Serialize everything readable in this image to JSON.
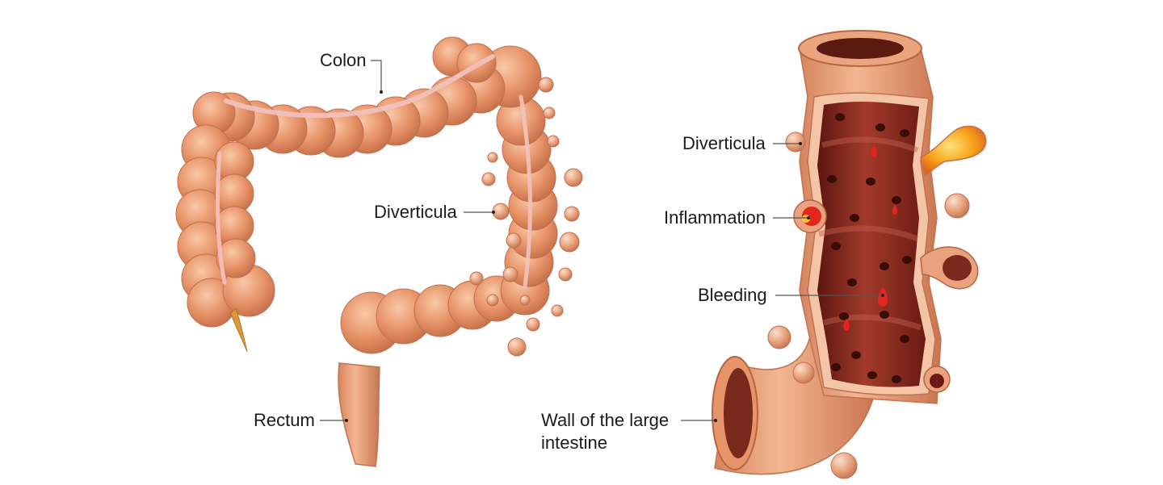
{
  "left_figure": {
    "labels": {
      "colon": "Colon",
      "diverticula": "Diverticula",
      "rectum": "Rectum"
    }
  },
  "right_figure": {
    "labels": {
      "diverticula": "Diverticula",
      "inflammation": "Inflammation",
      "bleeding": "Bleeding",
      "wall_line1": "Wall of the large",
      "wall_line2": "intestine"
    }
  },
  "colors": {
    "tissue": "#e8946a",
    "tissue_dark": "#c8704a",
    "tissue_light": "#f6c2a0",
    "lumen": "#9a2e22",
    "lumen_dark": "#6e1a14",
    "blood": "#e3261c",
    "inflamed": "#f4b400",
    "leader": "#555555"
  }
}
